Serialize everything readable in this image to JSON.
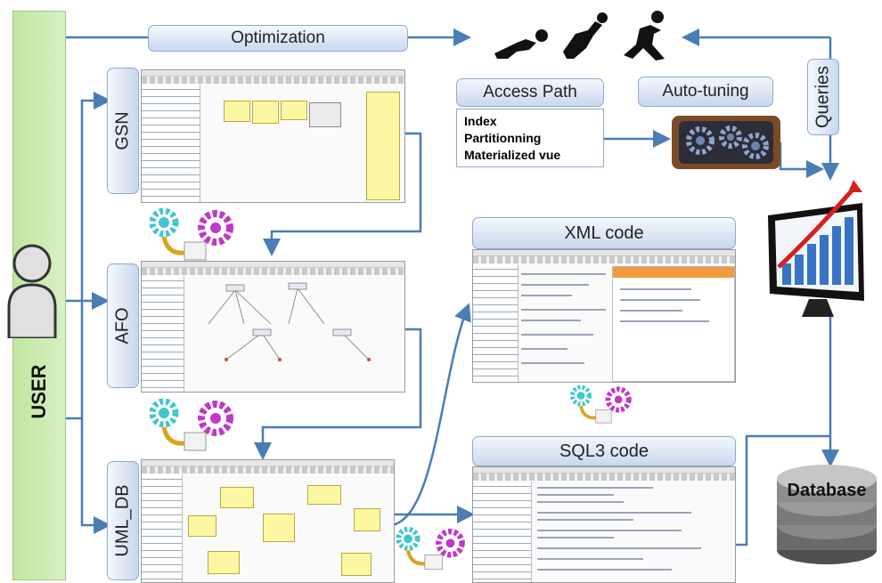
{
  "labels": {
    "user": "USER",
    "optimization": "Optimization",
    "gsn": "GSN",
    "afo": "AFO",
    "uml_db": "UML_DB",
    "access_path": "Access Path",
    "auto_tuning": "Auto-tuning",
    "queries": "Queries",
    "xml_code": "XML code",
    "sql3_code": "SQL3 code",
    "database": "Database"
  },
  "access_path_items": [
    "Index",
    "Partitionning",
    "Materialized vue"
  ],
  "colors": {
    "user_bar": "#c6e8a6",
    "pill_top": "#f4f8fd",
    "pill_bottom": "#c8d8ee",
    "arrow": "#4a7db5",
    "database_dark": "#555555"
  },
  "icons": [
    "user-icon",
    "runners-icon",
    "gears-icon",
    "auto-tuning-gears-icon",
    "monitor-chart-icon",
    "database-icon"
  ]
}
